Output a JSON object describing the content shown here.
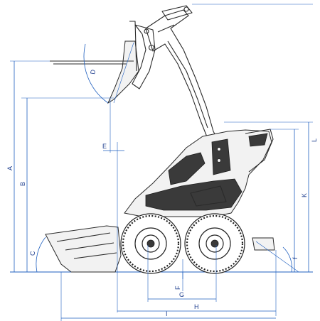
{
  "figure": {
    "dimension_labels": {
      "A": "A",
      "B": "B",
      "C": "C",
      "D": "D",
      "E": "E",
      "F": "F",
      "G": "G",
      "H": "H",
      "I": "I",
      "K": "K",
      "L": "L",
      "f": "f"
    }
  },
  "colors": {
    "dimension": "#1f5fbf",
    "machine_outline": "#2a2a2a"
  }
}
